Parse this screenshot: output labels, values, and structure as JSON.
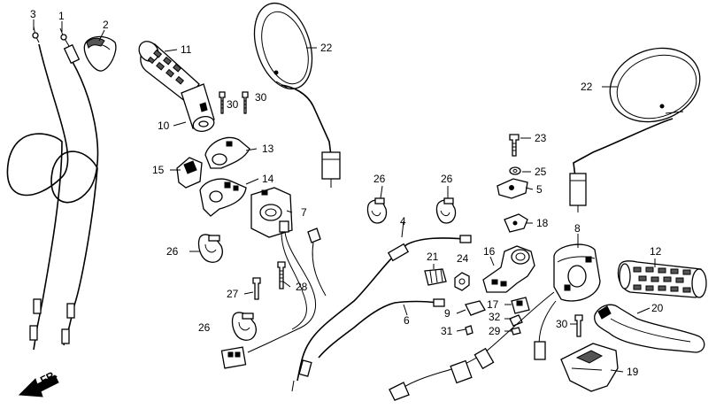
{
  "callouts": {
    "c1": "1",
    "c2": "2",
    "c3": "3",
    "c4": "4",
    "c5": "5",
    "c6": "6",
    "c7": "7",
    "c8": "8",
    "c9": "9",
    "c10": "10",
    "c11": "11",
    "c12": "12",
    "c13": "13",
    "c14": "14",
    "c15": "15",
    "c16": "16",
    "c17": "17",
    "c18": "18",
    "c19": "19",
    "c20": "20",
    "c21": "21",
    "c22": "22",
    "c23": "23",
    "c24": "24",
    "c25": "25",
    "c26": "26",
    "c27": "27",
    "c28": "28",
    "c29": "29",
    "c30": "30",
    "c31": "31",
    "c32": "32"
  },
  "direction_label": "FR."
}
